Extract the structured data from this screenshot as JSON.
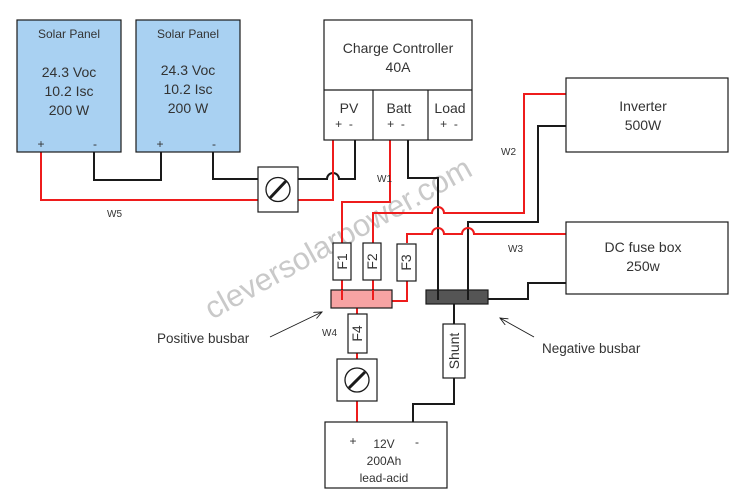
{
  "diagram": {
    "watermark": "cleversolarpower.com",
    "colors": {
      "positive_wire": "#ee1c1c",
      "negative_wire": "#1a1a1a",
      "solar_panel_fill": "#a9d1f2",
      "positive_busbar_fill": "#f7a3a3",
      "negative_busbar_fill": "#555555"
    },
    "solar_panels": [
      {
        "title": "Solar Panel",
        "voc": "24.3 Voc",
        "isc": "10.2 Isc",
        "power": "200 W",
        "plus": "+",
        "minus": "-"
      },
      {
        "title": "Solar Panel",
        "voc": "24.3 Voc",
        "isc": "10.2 Isc",
        "power": "200 W",
        "plus": "+",
        "minus": "-"
      }
    ],
    "charge_controller": {
      "title": "Charge Controller",
      "rating": "40A",
      "ports": [
        {
          "label": "PV",
          "terminals": "+  -"
        },
        {
          "label": "Batt",
          "terminals": "+  -"
        },
        {
          "label": "Load",
          "terminals": "+  -"
        }
      ]
    },
    "inverter": {
      "title": "Inverter",
      "rating": "500W"
    },
    "dc_fuse_box": {
      "title": "DC fuse box",
      "rating": "250w"
    },
    "battery": {
      "voltage": "12V",
      "capacity": "200Ah",
      "chemistry": "lead-acid",
      "plus": "+",
      "minus": "-"
    },
    "fuses": [
      "F1",
      "F2",
      "F3",
      "F4"
    ],
    "shunt": "Shunt",
    "wires": [
      "W1",
      "W2",
      "W3",
      "W4",
      "W5"
    ],
    "annotations": {
      "positive_busbar": "Positive busbar",
      "negative_busbar": "Negative busbar"
    }
  }
}
